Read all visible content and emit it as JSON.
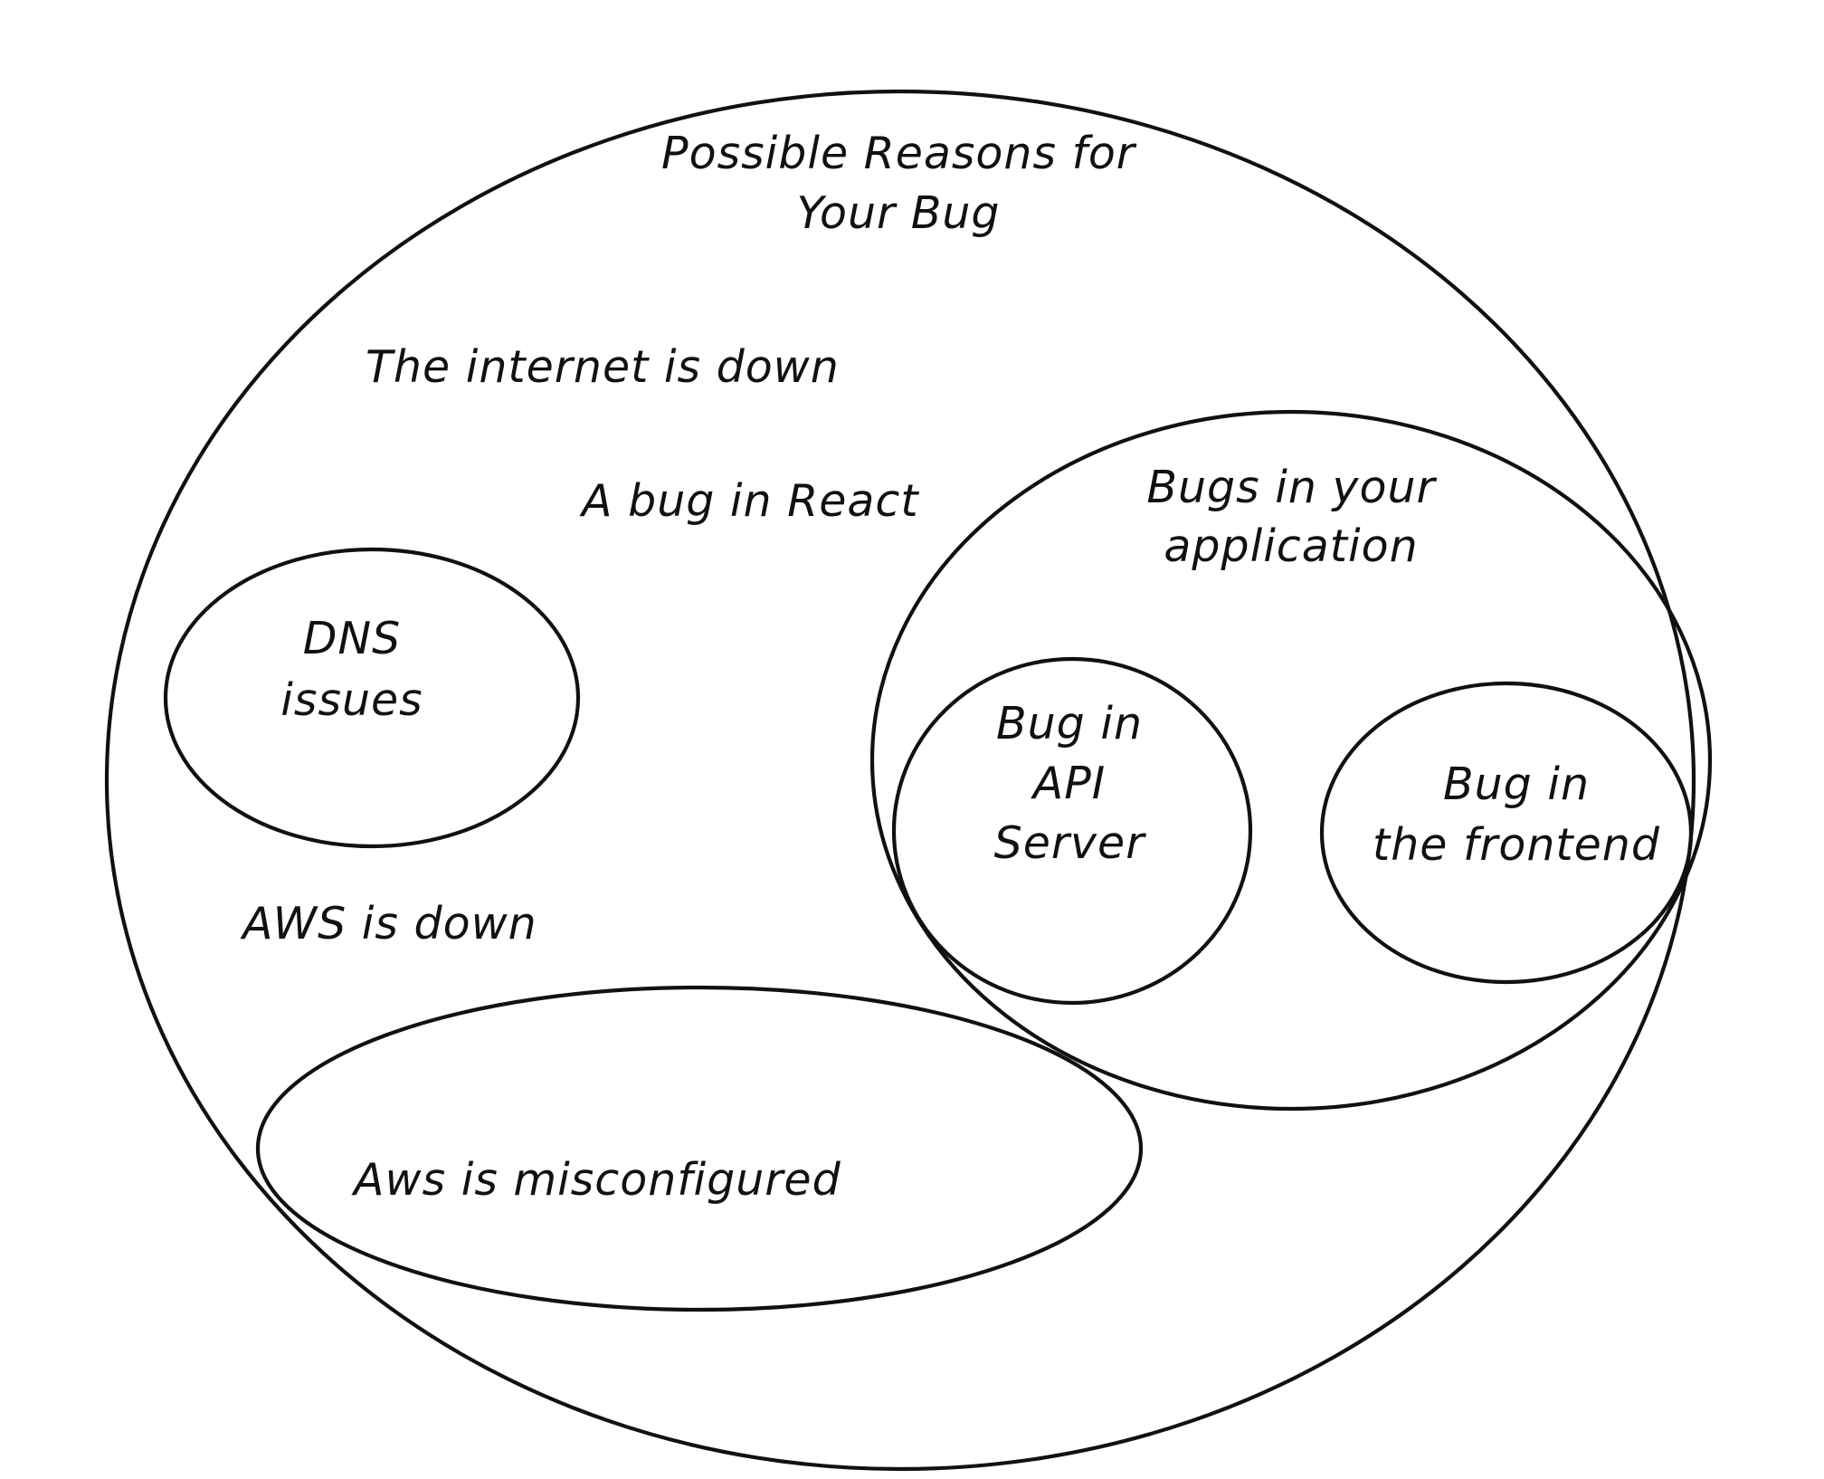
{
  "diagram": {
    "outer_set": {
      "title_line1": "Possible Reasons for",
      "title_line2": "Your Bug"
    },
    "free_labels": {
      "internet_down": "The internet is down",
      "bug_in_react": "A bug in React",
      "aws_down": "AWS is down"
    },
    "dns_set": {
      "line1": "DNS",
      "line2": "issues"
    },
    "aws_misconfig_set": {
      "label": "Aws is misconfigured"
    },
    "application_set": {
      "line1": "Bugs in your",
      "line2": "application"
    },
    "api_server_set": {
      "line1": "Bug in",
      "line2": "API",
      "line3": "Server"
    },
    "frontend_set": {
      "line1": "Bug in",
      "line2": "the frontend"
    }
  }
}
